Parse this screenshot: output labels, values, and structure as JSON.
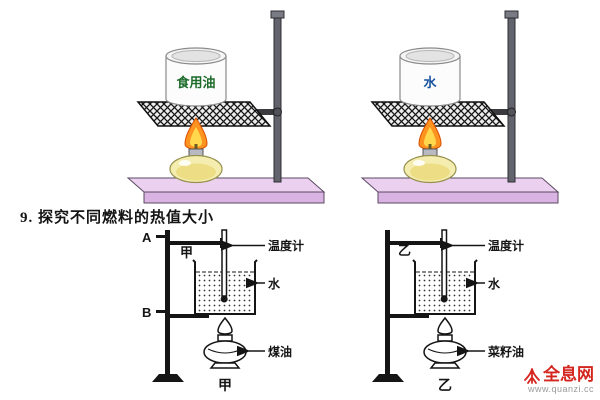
{
  "section_title": "9. 探究不同燃料的热值大小",
  "top_illustrations": {
    "left": {
      "vessel_label": "食用油",
      "vessel_label_color": "#1c6b2a"
    },
    "right": {
      "vessel_label": "水",
      "vessel_label_color": "#14509c"
    }
  },
  "bottom_diagrams": {
    "left": {
      "top_label": "甲",
      "marker_top": "A",
      "marker_bottom": "B",
      "label_thermometer": "温度计",
      "label_water": "水",
      "label_fuel": "煤油",
      "caption": "甲"
    },
    "right": {
      "top_label": "乙",
      "label_thermometer": "温度计",
      "label_water": "水",
      "label_fuel": "菜籽油",
      "caption": "乙"
    }
  },
  "watermark": {
    "brand": "全息网",
    "url": "www.quanzi.cc",
    "brand_color": "#d4261f",
    "url_color": "#9a9a9a"
  }
}
